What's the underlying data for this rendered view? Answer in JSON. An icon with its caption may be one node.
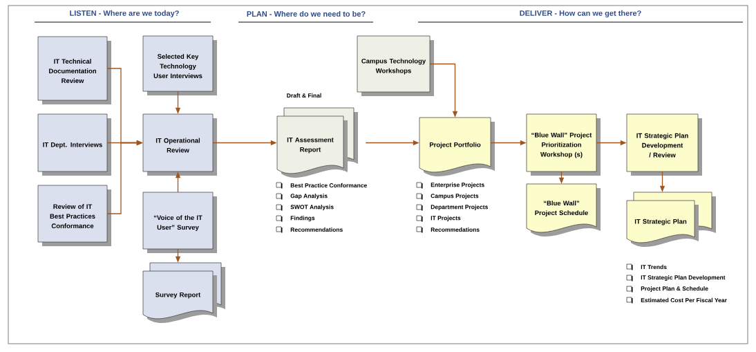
{
  "diagram": {
    "nodes": [
      {
        "text": [
          "IT Technical Documentation Review"
        ]
      },
      {
        "text": [
          "Selected Key Technology User Interviews"
        ]
      },
      {
        "text": [
          "Campus Technology Workshops"
        ]
      },
      {
        "text": [
          "IT Dept. Interviews"
        ]
      },
      {
        "text": [
          "IT Operational Review"
        ]
      },
      {
        "text": [
          "IT Assessment Report"
        ],
        "beside": [
          "Draft & Final"
        ]
      },
      {
        "text": [
          "Project Portfolio"
        ]
      },
      {
        "text": [
          "“Blue Wall” Project Prioritization Workshop (s)"
        ]
      },
      {
        "text": [
          "IT Strategic Plan Development / Review"
        ]
      },
      {
        "text": [
          "Review of IT Best Practices Conformance"
        ]
      },
      {
        "text": [
          "“Voice of the IT User” Survey"
        ]
      },
      {
        "text": [
          "“Blue Wall” Project Schedule"
        ]
      },
      {
        "text": [
          "IT Strategic Plan"
        ]
      },
      {
        "text": [
          "Survey Report"
        ]
      }
    ],
    "edges": [
      {
        "from": 0,
        "to": 4,
        "arrow": "to"
      },
      {
        "from": 3,
        "to": 4,
        "arrow": "to"
      },
      {
        "from": 9,
        "to": 4,
        "arrow": "to"
      },
      {
        "from": 1,
        "to": 4,
        "arrow": "to"
      },
      {
        "from": 10,
        "to": 4,
        "arrow": "to"
      },
      {
        "from": 10,
        "to": 13,
        "arrow": "to"
      },
      {
        "from": 4,
        "to": 5,
        "arrow": "to"
      },
      {
        "from": 5,
        "to": 6,
        "arrow": "to"
      },
      {
        "from": 2,
        "to": 6,
        "arrow": "to"
      },
      {
        "from": 6,
        "to": 7,
        "arrow": "to"
      },
      {
        "from": 7,
        "to": 8,
        "arrow": "to"
      },
      {
        "from": 7,
        "to": 11,
        "arrow": "to"
      },
      {
        "from": 8,
        "to": 12,
        "arrow": "to"
      }
    ],
    "labels": [
      "LISTEN - Where are we today?",
      "PLAN - Where do we need to be?",
      "DELIVER - How can we get there?",
      "Best Practice Conformance",
      "Gap Analysis",
      "SWOT Analysis",
      "Findings",
      "Recommendations",
      "Enterprise Projects",
      "Campus Projects",
      "Department Projects",
      "IT Projects",
      "Recommedations",
      "IT Trends",
      "IT Strategic Plan Development",
      "Project Plan & Schedule",
      "Estimated Cost Per Fiscal Year"
    ]
  }
}
